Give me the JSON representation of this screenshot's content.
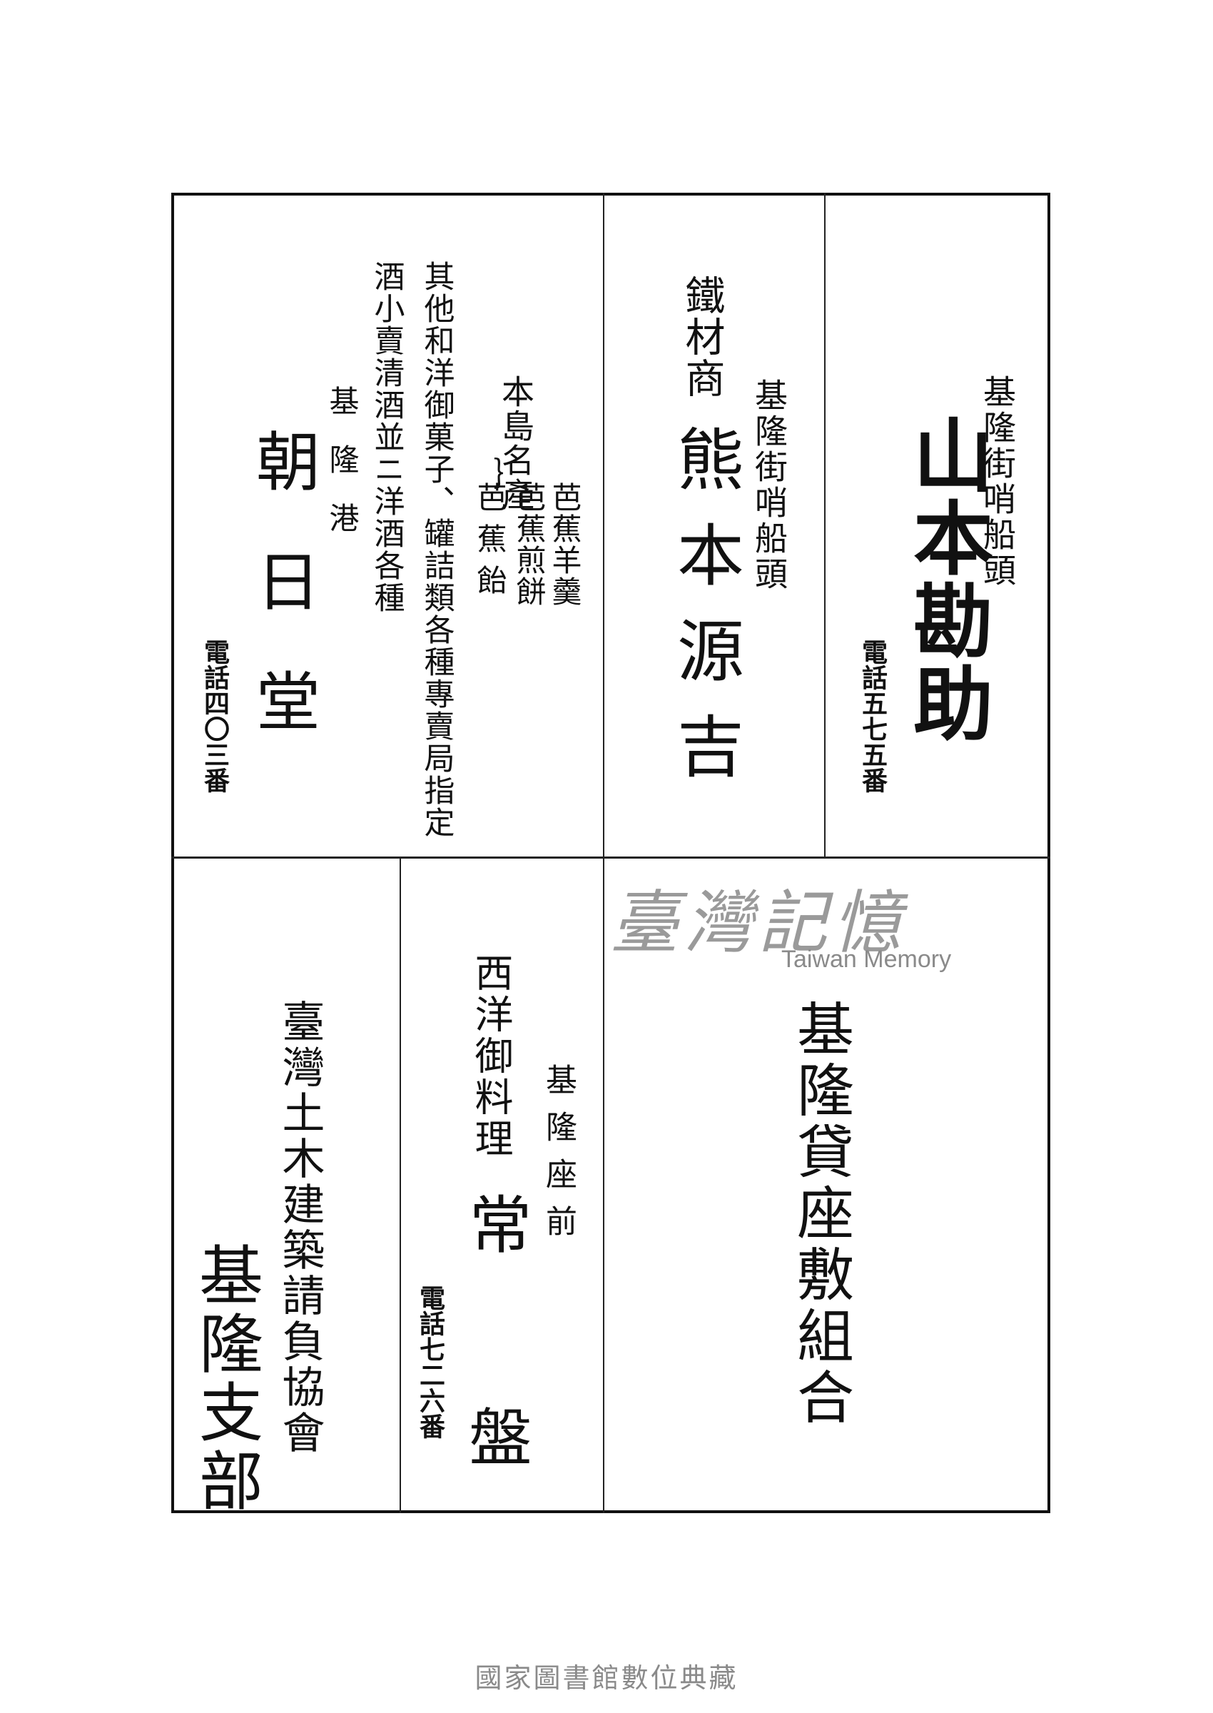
{
  "ads": {
    "yamamoto": {
      "address": "基隆街哨船頭",
      "name": "山本勘助",
      "phone": "電話五七五番"
    },
    "kumamoto": {
      "trade": "鐵材商",
      "address": "基隆街哨船頭",
      "name": "熊本源吉"
    },
    "asahido": {
      "specialty_header": "本島名產",
      "specialty_items": [
        "芭蕉羊羹",
        "芭蕉煎餅",
        "芭蕉飴"
      ],
      "line1": "其他和洋御菓子、罐詰類各種專賣局指定",
      "line2": "酒小賣清酒並ニ洋酒各種",
      "address": "基隆港",
      "name": "朝日堂",
      "phone": "電話四〇三番"
    },
    "association": {
      "name": "基隆貸座敷組合"
    },
    "tokiwa": {
      "cuisine": "西洋御料理",
      "address": "基隆座前",
      "name": "常盤",
      "phone": "電話七二六番"
    },
    "civil": {
      "org": "臺灣土木建築請負協會",
      "branch": "基隆支部"
    }
  },
  "watermark": {
    "text": "臺灣記憶",
    "sub": "Taiwan Memory"
  },
  "footer": {
    "text": "國家圖書館數位典藏"
  }
}
